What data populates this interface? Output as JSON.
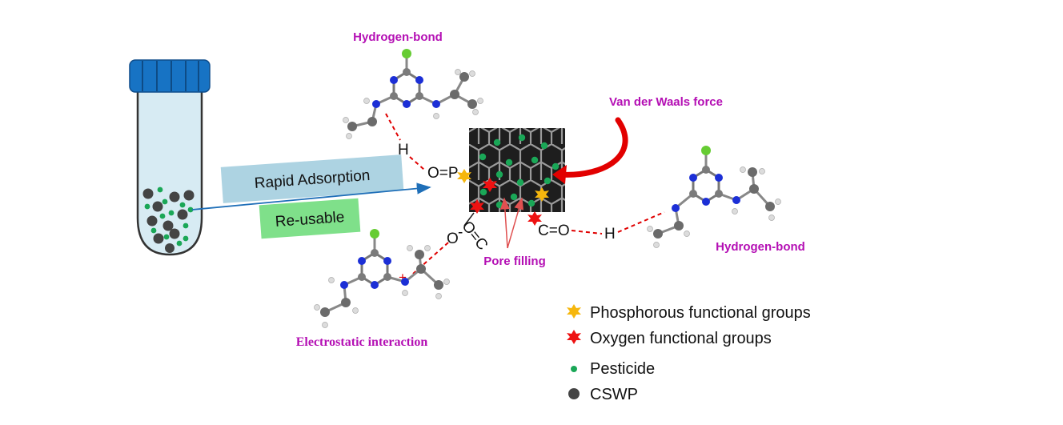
{
  "labels": {
    "hbond_top": "Hydrogen-bond",
    "vdw": "Van der Waals force",
    "hbond_right": "Hydrogen-bond",
    "electrostatic": "Electrostatic interaction",
    "pore_filling": "Pore filling",
    "rapid_adsorption": "Rapid Adsorption",
    "reusable": "Re-usable",
    "h_top": "H",
    "op_group": "O=P",
    "co_group": "C=O",
    "h_right": "H",
    "o_minus": "O",
    "minus_sign": "-",
    "plus_sign": "+"
  },
  "legend": [
    {
      "label": "Phosphorous functional groups",
      "marker": "yellow-star",
      "color": "#f6b70d"
    },
    {
      "label": "Oxygen functional groups",
      "marker": "red-star",
      "color": "#ee1111"
    },
    {
      "label": "Pesticide",
      "marker": "green-dot",
      "color": "#1aa757"
    },
    {
      "label": "CSWP",
      "marker": "dark-dot",
      "color": "#444444"
    }
  ],
  "colors": {
    "magenta": "#b40fb4",
    "tube_cap": "#1773c4",
    "tube_liquid": "#d7ebf3",
    "rapid_box": "#add3e2",
    "reusable_box": "#7fe08a",
    "arrow_blue": "#1f6fb8",
    "vdw_arrow": "#e20000",
    "nitrogen": "#1c2fd6",
    "carbon": "#7b7b7b",
    "chlorine": "#66cc33",
    "hydrogen": "#dcdcdc"
  }
}
